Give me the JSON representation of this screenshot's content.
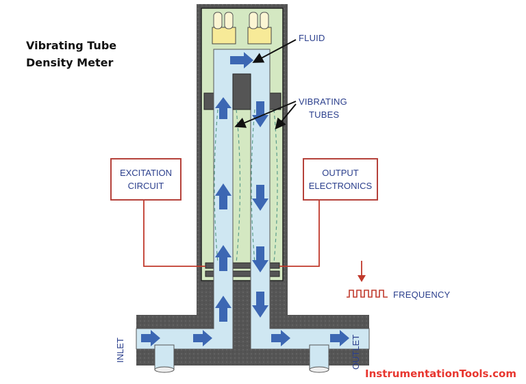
{
  "title": {
    "line1": "Vibrating Tube",
    "line2": "Density Meter"
  },
  "labels": {
    "fluid": "FLUID",
    "vibrating_tubes_1": "VIBRATING",
    "vibrating_tubes_2": "TUBES",
    "excitation_1": "EXCITATION",
    "excitation_2": "CIRCUIT",
    "output_1": "OUTPUT",
    "output_2": "ELECTRONICS",
    "frequency": "FREQUENCY",
    "inlet": "INLET",
    "outlet": "OUTLET"
  },
  "watermark": "InstrumentationTools.com",
  "colors": {
    "housing": "#5a5a5a",
    "inner_chamber": "#d4e8c2",
    "fluid_channel": "#cfe7f2",
    "arrow": "#3c67b3",
    "box_border": "#b5413a",
    "signal": "#c0392b",
    "label_text": "#2a3e8c",
    "brand": "#e8362f",
    "connector": "#f7ea98"
  }
}
